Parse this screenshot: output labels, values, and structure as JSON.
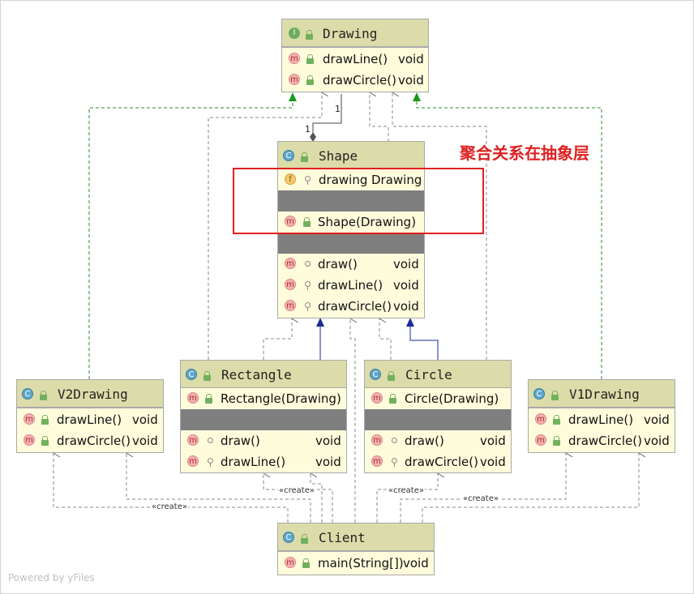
{
  "diagram": {
    "annotation": "聚合关系在抽象层",
    "watermark": "Powered by yFiles",
    "create_label": "«create»",
    "multiplicity": "1"
  },
  "classes": {
    "drawing": {
      "kind": "I",
      "name": "Drawing",
      "methods": [
        {
          "icon": "m",
          "name": "drawLine()",
          "type": "void"
        },
        {
          "icon": "m",
          "name": "drawCircle()",
          "type": "void"
        }
      ]
    },
    "shape": {
      "kind": "C",
      "name": "Shape",
      "field": {
        "icon": "f",
        "name": "drawing",
        "type": "Drawing"
      },
      "constructor": {
        "icon": "m",
        "name": "Shape(Drawing)"
      },
      "methods": [
        {
          "icon": "m",
          "name": "draw()",
          "type": "void"
        },
        {
          "icon": "m",
          "name": "drawLine()",
          "type": "void"
        },
        {
          "icon": "m",
          "name": "drawCircle()",
          "type": "void"
        }
      ]
    },
    "rectangle": {
      "kind": "C",
      "name": "Rectangle",
      "constructor": {
        "icon": "m",
        "name": "Rectangle(Drawing)"
      },
      "methods": [
        {
          "icon": "m",
          "name": "draw()",
          "type": "void"
        },
        {
          "icon": "m",
          "name": "drawLine()",
          "type": "void"
        }
      ]
    },
    "circle": {
      "kind": "C",
      "name": "Circle",
      "constructor": {
        "icon": "m",
        "name": "Circle(Drawing)"
      },
      "methods": [
        {
          "icon": "m",
          "name": "draw()",
          "type": "void"
        },
        {
          "icon": "m",
          "name": "drawCircle()",
          "type": "void"
        }
      ]
    },
    "v2drawing": {
      "kind": "C",
      "name": "V2Drawing",
      "methods": [
        {
          "icon": "m",
          "name": "drawLine()",
          "type": "void"
        },
        {
          "icon": "m",
          "name": "drawCircle()",
          "type": "void"
        }
      ]
    },
    "v1drawing": {
      "kind": "C",
      "name": "V1Drawing",
      "methods": [
        {
          "icon": "m",
          "name": "drawLine()",
          "type": "void"
        },
        {
          "icon": "m",
          "name": "drawCircle()",
          "type": "void"
        }
      ]
    },
    "client": {
      "kind": "C",
      "name": "Client",
      "methods": [
        {
          "icon": "m",
          "name": "main(String[])",
          "type": "void"
        }
      ]
    }
  }
}
